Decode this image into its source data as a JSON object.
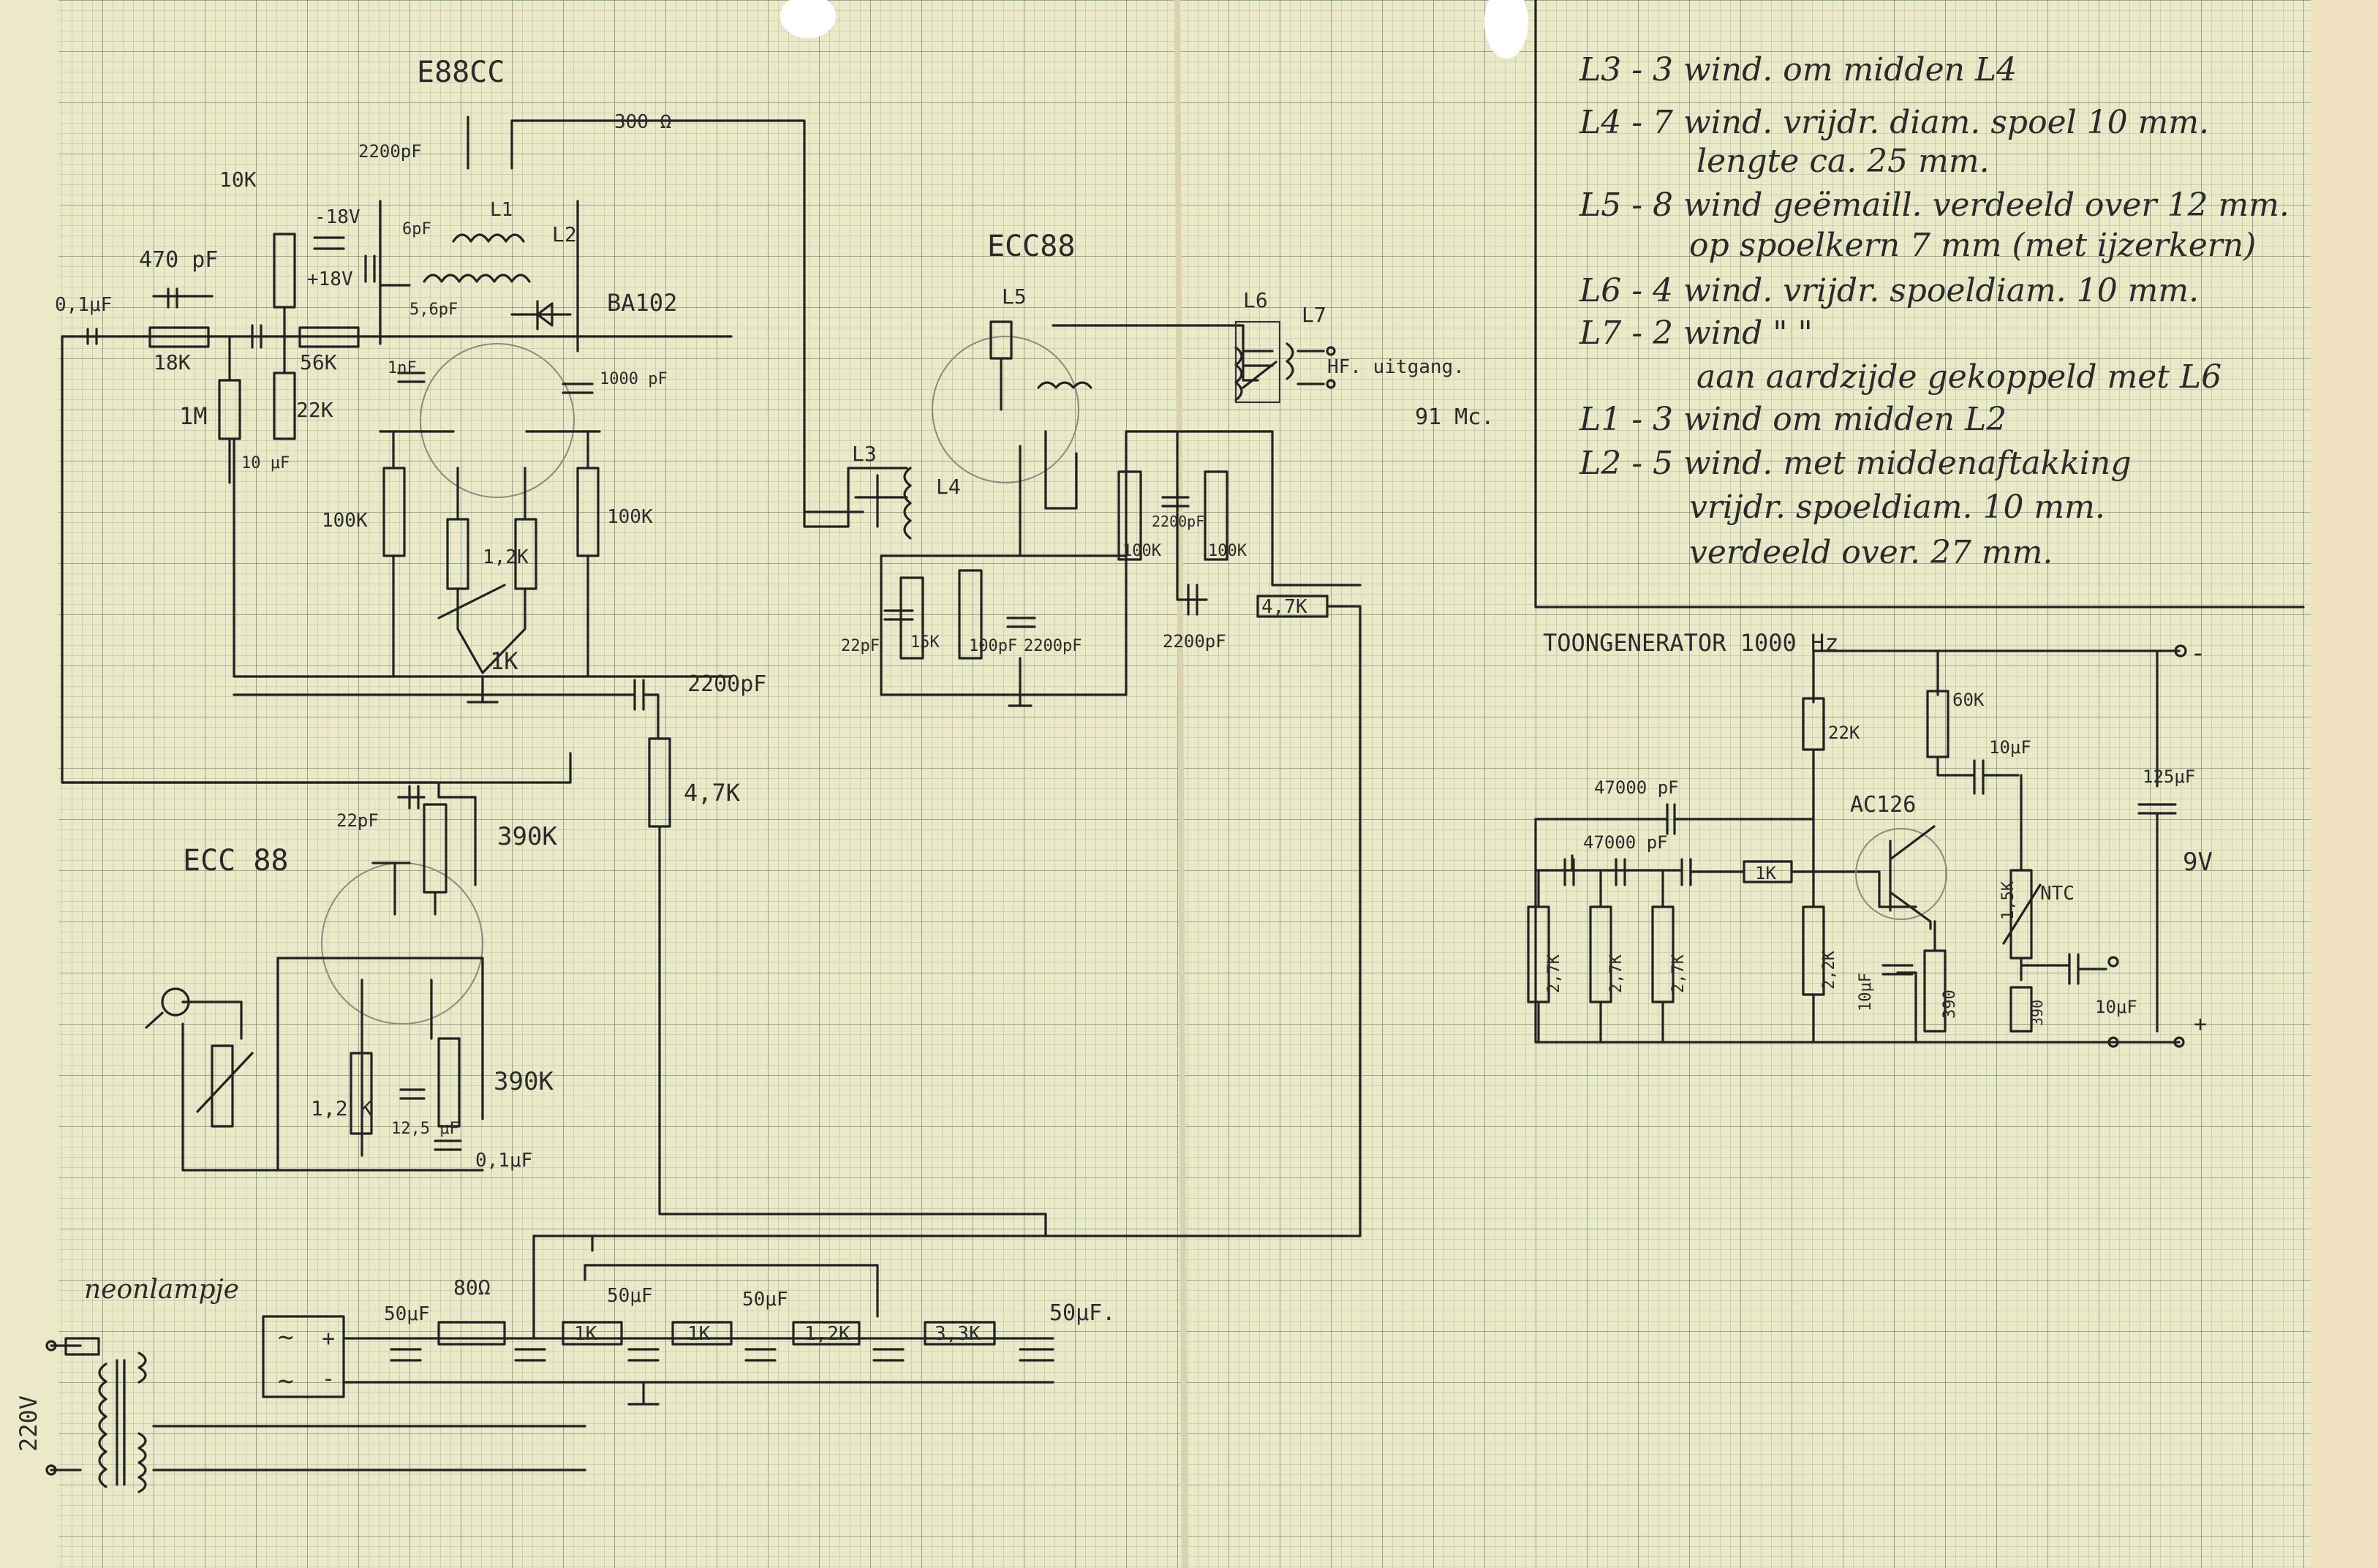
{
  "sheet": {
    "tube_labels": [
      "E88CC",
      "ECC88",
      "ECC 88"
    ],
    "components": {
      "r_300": "300 Ω",
      "c_2200pf_top": "2200pF",
      "r_10k": "10K",
      "v_18_a": "-18V",
      "v_18_b": "+18V",
      "c_6pf": "6pF",
      "l2": "L2",
      "l1": "L1",
      "c_470pf": "470 pF",
      "c_01uf": "0,1μF",
      "r_18k": "18K",
      "r_56k": "56K",
      "c_56pf": "5,6pF",
      "diode": "BA102",
      "r_1m": "1M",
      "r_22k_a": "22K",
      "c_1nf": "1nF",
      "c_1000pf": "1000 pF",
      "c_10uf_a": "10 μF",
      "r_100k_a": "100K",
      "r_12k": "1,2K",
      "r_100k_b": "100K",
      "pot_1k": "1K",
      "c_2200pf_mid": "2200pF",
      "r_47k_mid": "4,7K",
      "l3": "L3",
      "l4": "L4",
      "l5": "L5",
      "l6": "L6",
      "l7": "L7",
      "hf_out": "HF. uitgang.",
      "freq": "91 Mc.",
      "c_22pf_b": "22pF",
      "r_15k": "15K",
      "c_100pf": "100pF",
      "c_2200pf_b": "2200pF",
      "r_100k_c": "100K",
      "c_2200pf_c": "2200pF",
      "r_100k_d": "100K",
      "c_2200pf_d": "2200pF",
      "r_47k_b": "4,7K",
      "c_22pf_c": "22pF",
      "r_390k_a": "390K",
      "r_12k_b": "1,2 K",
      "c_125uf": "12,5 μF",
      "r_390k_b": "390K",
      "c_01uf_b": "0,1μF",
      "neon": "neonlampje",
      "mains": "220V",
      "c_50uf_1": "50μF",
      "r_80": "80Ω",
      "c_50uf_2": "50μF",
      "c_50uf_3": "50μF",
      "c_50uf_4": "50μF.",
      "r_1k_a": "1K",
      "r_1k_b": "1K",
      "r_12k_c": "1,2K",
      "r_33k": "3,3K"
    },
    "coil_notes": [
      "L3  - 3 wind. om midden L4",
      "L4  - 7 wind. vrijdr. diam. spoel 10 mm.",
      "lengte ca. 25 mm.",
      "L5 - 8 wind geëmaill. verdeeld over 12 mm.",
      "op spoelkern 7 mm (met ijzerkern)",
      "L6 - 4 wind. vrijdr. spoeldiam. 10 mm.",
      "L7 - 2 wind    \"         \"",
      "aan aardzijde gekoppeld met L6",
      "L1  - 3 wind om midden L2",
      "L2  - 5 wind. met middenaftakking",
      "vrijdr. spoeldiam. 10 mm.",
      "verdeeld over. 27 mm."
    ],
    "tone_generator": {
      "title": "TOONGENERATOR  1000 Hz",
      "r_22k": "22K",
      "r_60k": "60K",
      "c_10uf_a": "10μF",
      "c_47000pf_a": "47000 pF",
      "c_47000pf_b": "47000 pF",
      "transistor": "AC126",
      "c_125uf": "125μF",
      "battery": "9V",
      "r_1k": "1K",
      "r_27k_a": "2,7K",
      "r_27k_b": "2,7K",
      "r_27k_c": "2,7K",
      "r_22k_b": "2,2K",
      "c_10uf_b": "10μF",
      "r_390": "390",
      "r_15k": "1,5K",
      "ntc": "NTC",
      "r_390_b": "390",
      "c_10uf_c": "10μF",
      "minus": "-",
      "plus": "+"
    }
  }
}
